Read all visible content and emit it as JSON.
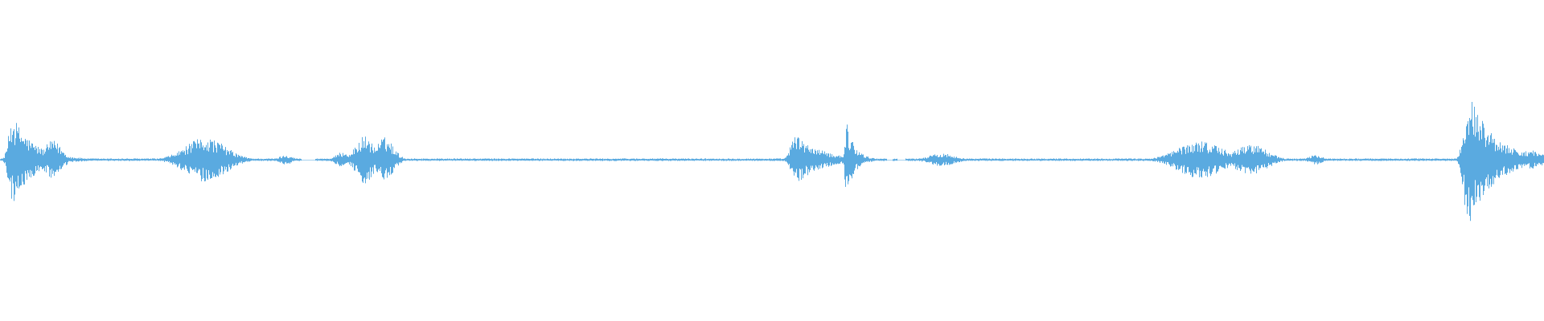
{
  "waveform": {
    "color": "#5aaae0",
    "baseline_amplitude": 0.008,
    "bursts": [
      {
        "center": 0.008,
        "amplitude": 0.28,
        "width": 0.01,
        "shape": "attack"
      },
      {
        "center": 0.034,
        "amplitude": 0.12,
        "width": 0.008,
        "shape": "swell"
      },
      {
        "center": 0.133,
        "amplitude": 0.14,
        "width": 0.018,
        "shape": "swell"
      },
      {
        "center": 0.185,
        "amplitude": 0.03,
        "width": 0.006,
        "shape": "swell"
      },
      {
        "center": 0.222,
        "amplitude": 0.05,
        "width": 0.006,
        "shape": "swell"
      },
      {
        "center": 0.236,
        "amplitude": 0.15,
        "width": 0.008,
        "shape": "swell"
      },
      {
        "center": 0.249,
        "amplitude": 0.14,
        "width": 0.008,
        "shape": "swell"
      },
      {
        "center": 0.515,
        "amplitude": 0.16,
        "width": 0.012,
        "shape": "attack"
      },
      {
        "center": 0.548,
        "amplitude": 0.24,
        "width": 0.004,
        "shape": "attack"
      },
      {
        "center": 0.61,
        "amplitude": 0.04,
        "width": 0.012,
        "shape": "swell"
      },
      {
        "center": 0.777,
        "amplitude": 0.12,
        "width": 0.02,
        "shape": "swell"
      },
      {
        "center": 0.81,
        "amplitude": 0.1,
        "width": 0.014,
        "shape": "swell"
      },
      {
        "center": 0.852,
        "amplitude": 0.03,
        "width": 0.006,
        "shape": "swell"
      },
      {
        "center": 0.951,
        "amplitude": 0.42,
        "width": 0.012,
        "shape": "attack"
      },
      {
        "center": 0.99,
        "amplitude": 0.06,
        "width": 0.012,
        "shape": "swell"
      }
    ],
    "gaps": [
      {
        "start": 0.195,
        "end": 0.204
      },
      {
        "start": 0.574,
        "end": 0.578
      },
      {
        "start": 0.581,
        "end": 0.586
      }
    ]
  }
}
